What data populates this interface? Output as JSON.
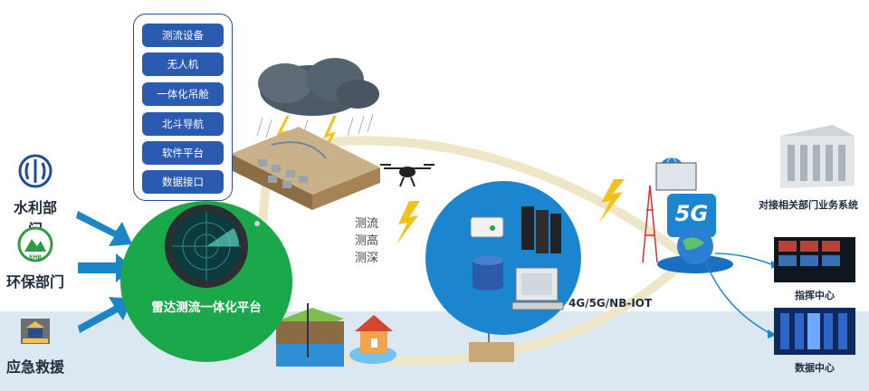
{
  "departments": [
    {
      "label": "水利部门",
      "icon": "water-resources-logo-icon"
    },
    {
      "label": "环保部门",
      "icon": "environmental-protection-logo-icon"
    },
    {
      "label": "应急救援",
      "icon": "emergency-rescue-logo-icon"
    }
  ],
  "components": [
    "测流设备",
    "无人机",
    "一体化吊舱",
    "北斗导航",
    "软件平台",
    "数据接口"
  ],
  "platform": {
    "label": "雷达测流一体化平台"
  },
  "measurements": [
    "测流",
    "测高",
    "测深"
  ],
  "network": {
    "label": "4G/5G/NB-IOT",
    "badge": "5G"
  },
  "targets": [
    {
      "label": "对接相关部门业务系统",
      "icon": "office-building-icon"
    },
    {
      "label": "指挥中心",
      "icon": "command-center-screens-icon"
    },
    {
      "label": "数据中心",
      "icon": "server-room-icon"
    }
  ],
  "colors": {
    "platform": "#1aa84a",
    "network_circle": "#1b86cf",
    "panel_item": "#2a5bb0",
    "arrow": "#1a86c8"
  }
}
